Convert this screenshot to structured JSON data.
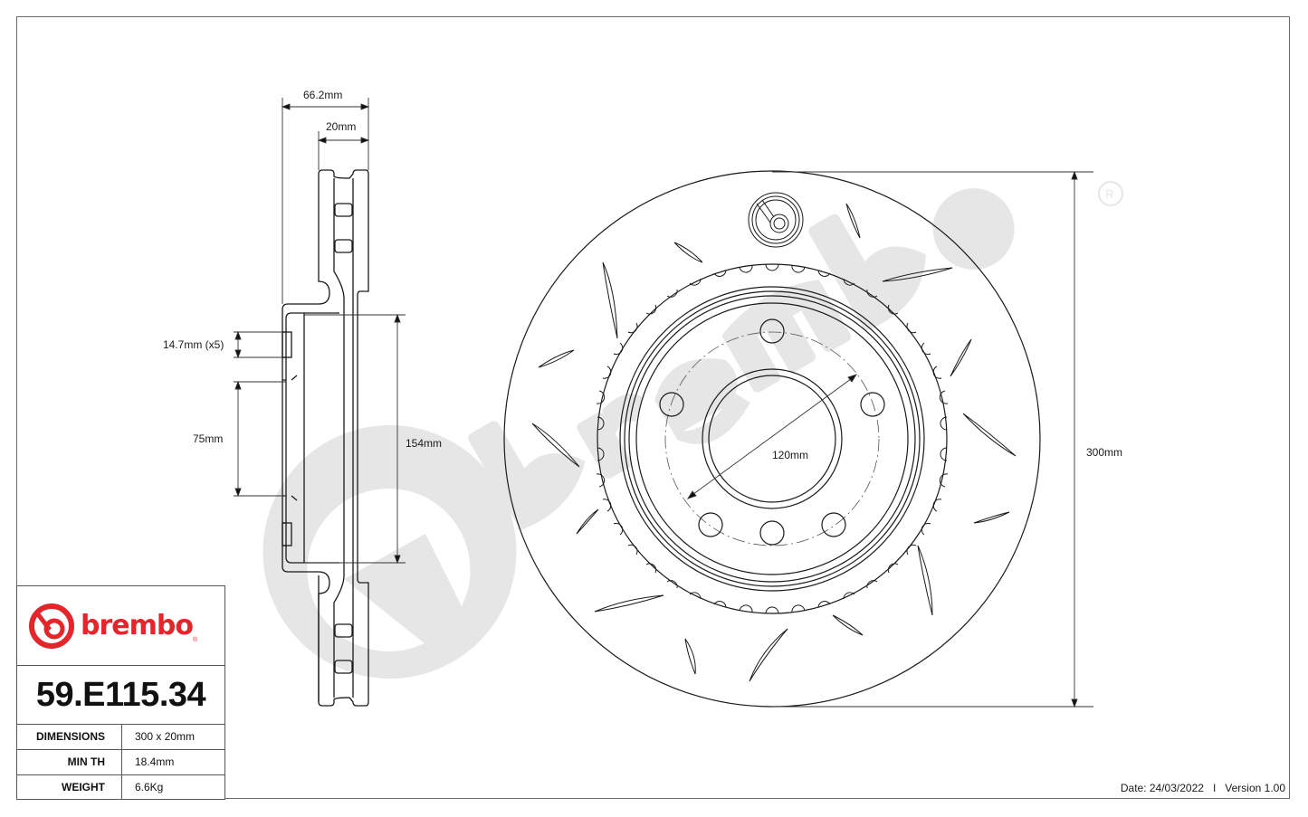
{
  "drawing": {
    "brand": "brembo",
    "part_number": "59.E115.34",
    "colors": {
      "brand_red": "#e3262b",
      "line": "#1a1a1a",
      "watermark": "#e6e6e6",
      "frame": "#6b6b6b"
    },
    "side_view_dimensions": {
      "overall_height": "66.2mm",
      "thickness": "20mm",
      "bolt_hole_dia": "14.7mm (x5)",
      "center_bore": "75mm",
      "hat_diameter": "154mm"
    },
    "front_view_dimensions": {
      "pcd": "120mm",
      "outer_diameter": "300mm"
    },
    "specs": [
      {
        "label": "DIMENSIONS",
        "value": "300 x 20mm"
      },
      {
        "label": "MIN TH",
        "value": "18.4mm"
      },
      {
        "label": "WEIGHT",
        "value": "6.6Kg"
      }
    ],
    "footer": {
      "date": "Date: 24/03/2022",
      "separator": "I",
      "version": "Version 1.00"
    },
    "icons": {
      "brand_logo": "brembo-logo-icon",
      "watermark": "brembo-watermark-icon",
      "registered": "registered-mark-icon"
    }
  }
}
